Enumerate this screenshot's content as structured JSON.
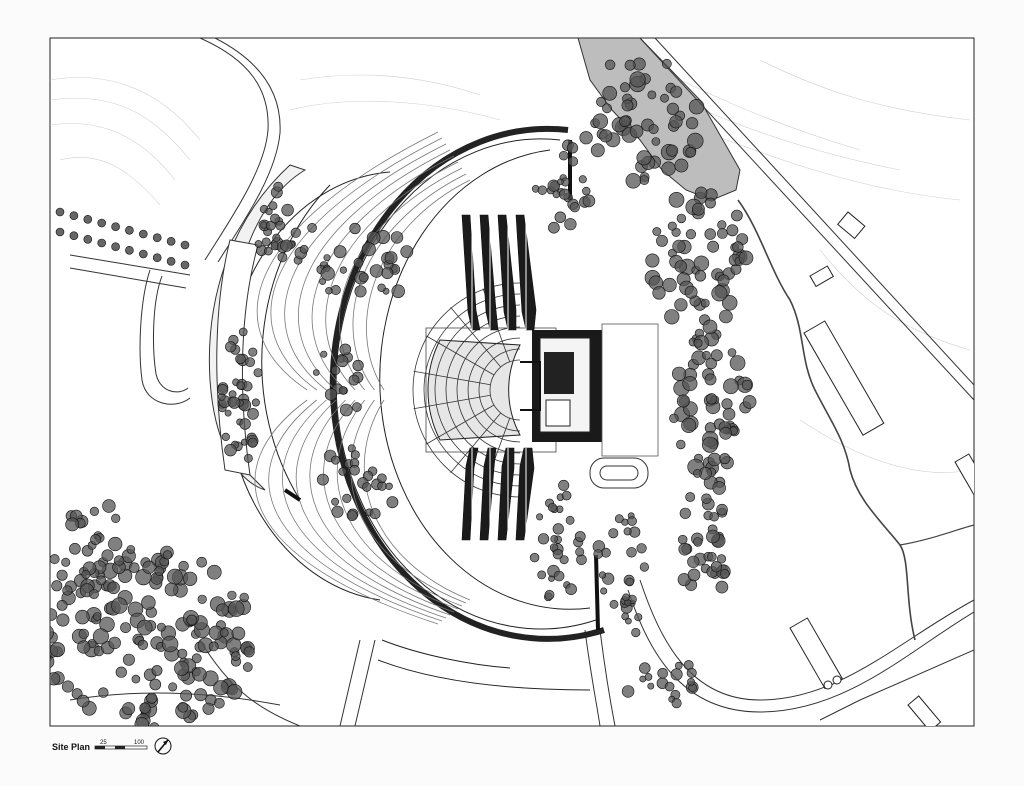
{
  "caption": {
    "title": "Site Plan",
    "scale_start": "25",
    "scale_end": "100"
  },
  "icons": {
    "north_arrow": "north-arrow-icon",
    "tree": "tree-canopy-icon"
  },
  "colors": {
    "paper": "#fbfbfb",
    "ink": "#111111",
    "water": "#b9b9b9",
    "foliage": "#3a3a3a",
    "contour": "#c8c8c8"
  }
}
